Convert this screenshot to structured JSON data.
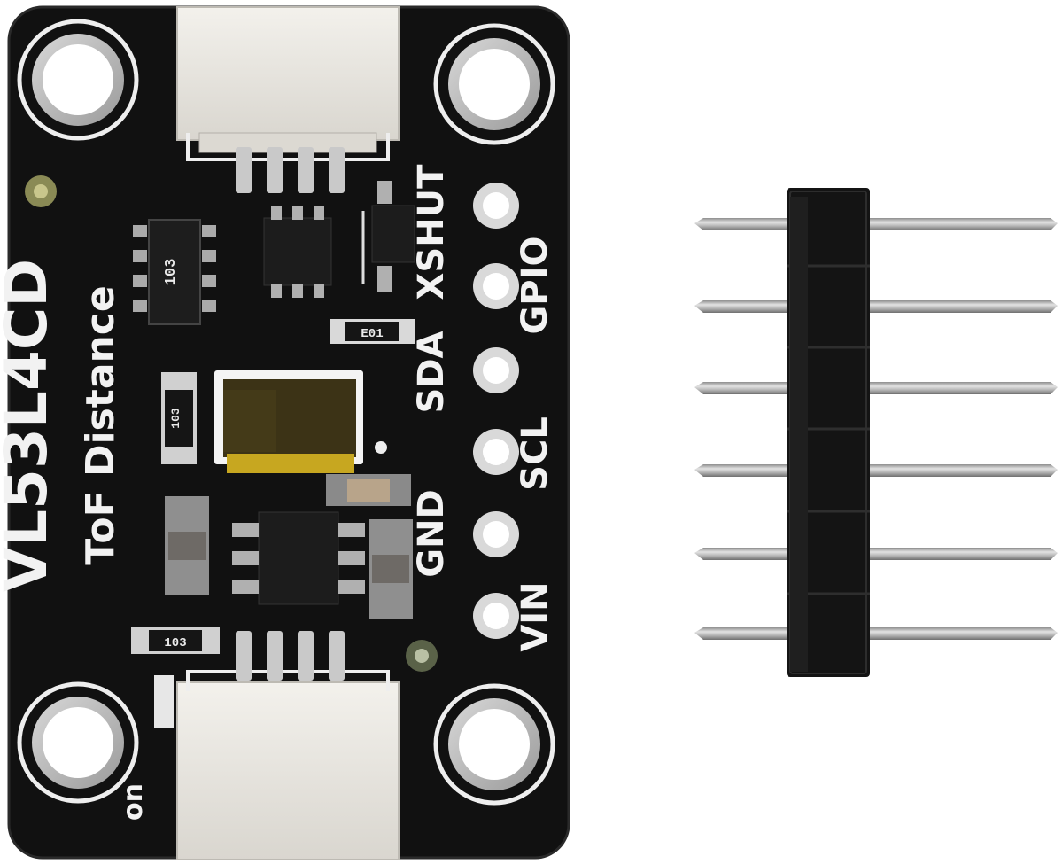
{
  "board": {
    "name": "VL53L4CD",
    "subtitle": "ToF Distance",
    "corner_text": "on",
    "pins": [
      "XSHUT",
      "GPIO",
      "SDA",
      "SCL",
      "GND",
      "VIN"
    ],
    "resistor_codes": [
      "103",
      "103"
    ],
    "smd_marking": "E01",
    "colors": {
      "pcb": "#111111",
      "silkscreen": "#f2f2f2",
      "connector": "#e9e7e2",
      "sensor_window": "#3c3316",
      "header_body": "#141414",
      "pin_metal": "#b9b9b9"
    }
  },
  "header": {
    "pin_count": 6
  }
}
